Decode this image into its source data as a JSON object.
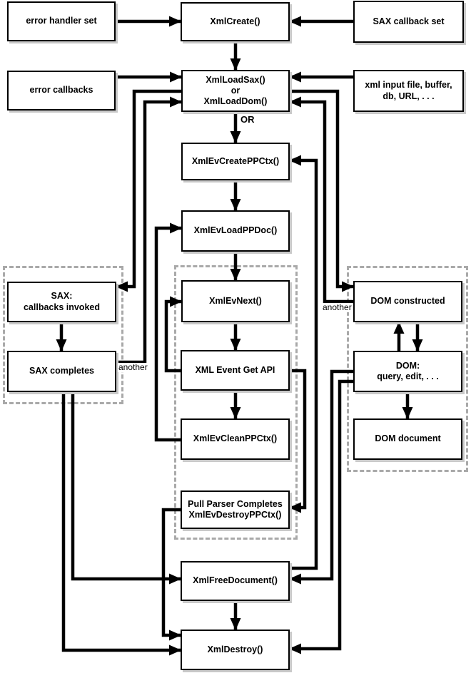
{
  "boxes": {
    "error_handler_set": "error handler set",
    "xml_create": "XmlCreate()",
    "sax_callback_set": "SAX callback set",
    "error_callbacks": "error callbacks",
    "xml_load": "XmlLoadSax()\nor\nXmlLoadDom()",
    "xml_input": "xml input file, buffer,\ndb, URL, . . .",
    "xml_ev_create_ppctx": "XmlEvCreatePPCtx()",
    "xml_ev_load_ppdoc": "XmlEvLoadPPDoc()",
    "sax_callbacks_invoked": "SAX:\ncallbacks invoked",
    "xml_ev_next": "XmlEvNext()",
    "dom_constructed": "DOM constructed",
    "sax_completes": "SAX completes",
    "xml_event_get_api": "XML Event Get API",
    "dom_query_edit": "DOM:\nquery, edit, . . .",
    "xml_ev_clean_ppctx": "XmlEvCleanPPCtx()",
    "dom_document": "DOM document",
    "pull_parser_completes": "Pull Parser Completes\nXmlEvDestroyPPCtx()",
    "xml_free_document": "XmlFreeDocument()",
    "xml_destroy": "XmlDestroy()"
  },
  "labels": {
    "or": "OR",
    "another_left": "another",
    "another_right": "another"
  },
  "colors": {
    "line": "#000000",
    "box_border": "#000000",
    "box_fill": "#ffffff",
    "box_shadow": "#c9c9c9",
    "group_dashed_border": "#a9a9a9",
    "background": "#ffffff"
  }
}
